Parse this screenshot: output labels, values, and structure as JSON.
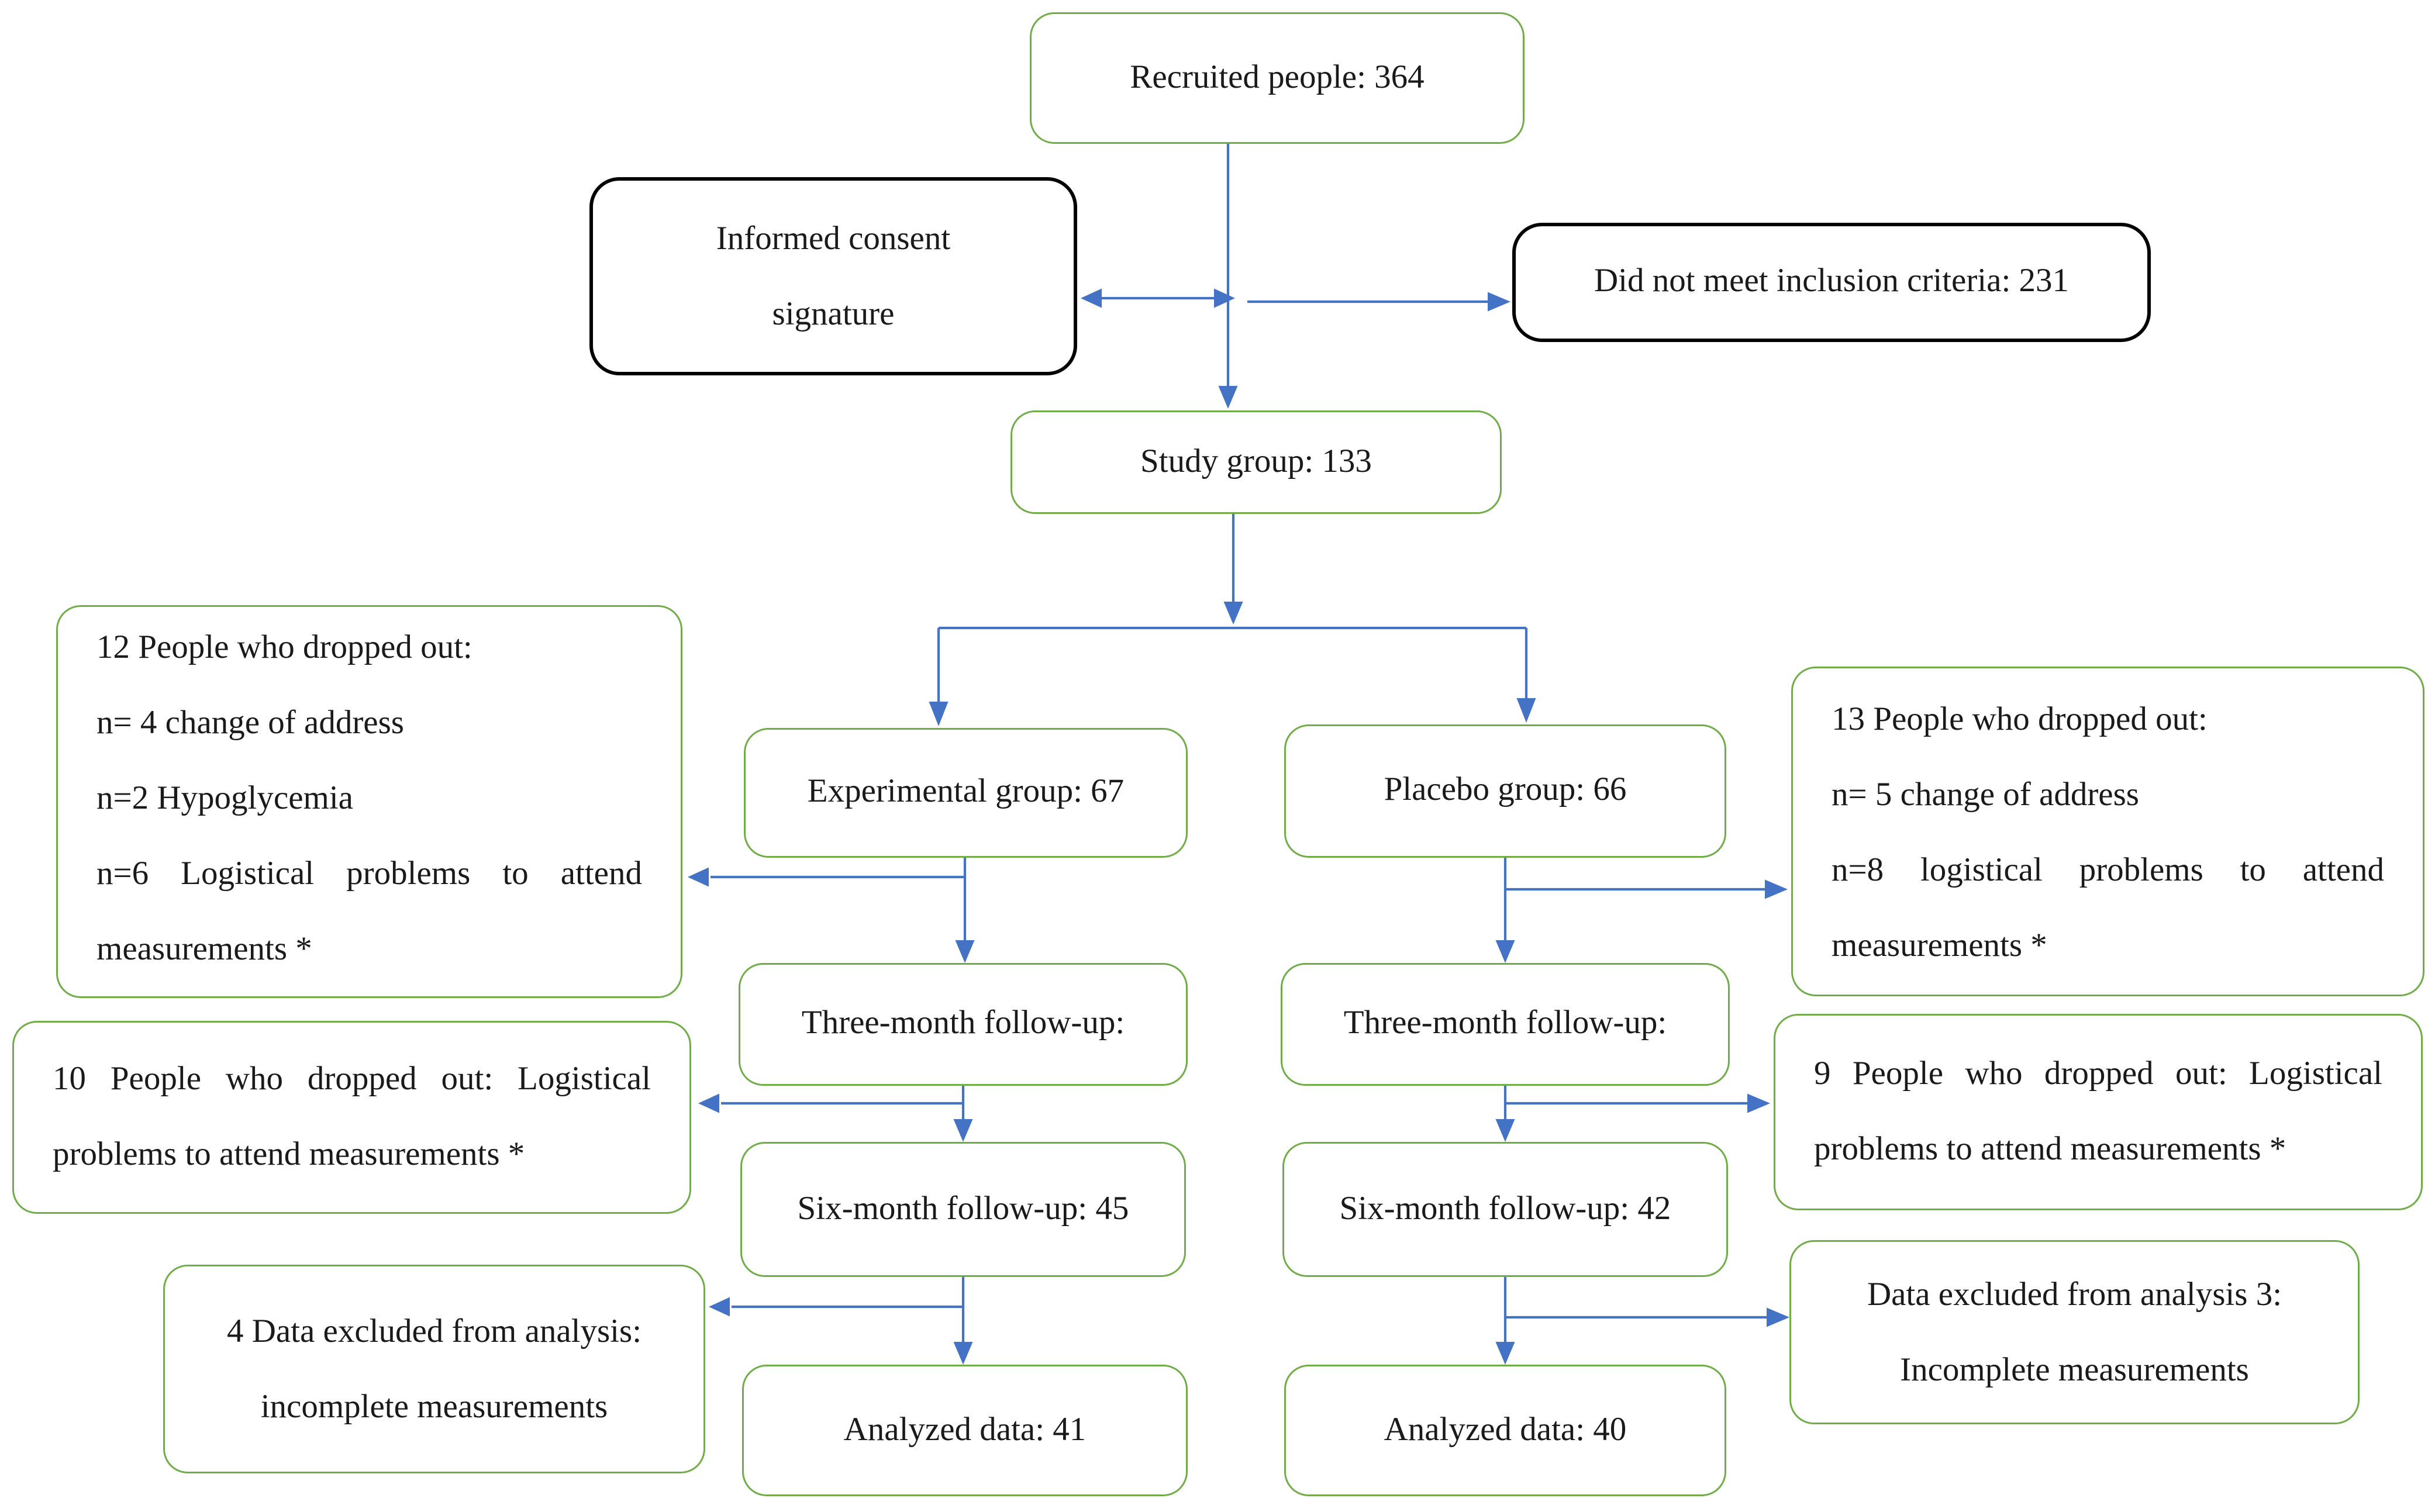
{
  "boxes": {
    "recruited": {
      "label": "Recruited people: 364"
    },
    "informed_consent": {
      "lines": [
        "Informed consent",
        "signature"
      ]
    },
    "not_meet_criteria": {
      "label": "Did not meet inclusion criteria: 231"
    },
    "study_group": {
      "label": "Study group: 133"
    },
    "dropout_experimental": {
      "lines": [
        "12 People who dropped out:",
        "n= 4 change of address",
        "n=2 Hypoglycemia",
        "n=6 Logistical problems to attend measurements *"
      ]
    },
    "experimental_group": {
      "label": "Experimental group: 67"
    },
    "placebo_group": {
      "label": "Placebo group: 66"
    },
    "dropout_placebo": {
      "lines": [
        "13 People who dropped out:",
        "n= 5 change of address",
        "n=8 logistical problems to attend measurements *"
      ]
    },
    "three_month_experimental": {
      "label": "Three-month follow-up:"
    },
    "three_month_placebo": {
      "label": "Three-month follow-up:"
    },
    "dropout_experimental_2": {
      "label": "10 People who dropped out: Logistical problems to attend measurements *"
    },
    "dropout_placebo_2": {
      "label": "9 People who dropped out: Logistical problems to attend measurements *"
    },
    "six_month_experimental": {
      "label": "Six-month follow-up: 45"
    },
    "six_month_placebo": {
      "label": "Six-month follow-up: 42"
    },
    "excluded_experimental": {
      "lines": [
        "4 Data excluded from analysis:",
        "incomplete measurements"
      ]
    },
    "excluded_placebo": {
      "lines": [
        "Data excluded from analysis 3:",
        "Incomplete measurements"
      ]
    },
    "analyzed_experimental": {
      "label": "Analyzed data: 41"
    },
    "analyzed_placebo": {
      "label": "Analyzed data: 40"
    }
  },
  "colors": {
    "green_border": "#70AD47",
    "black_border": "#000000",
    "arrow_blue": "#4472C4",
    "text": "#1A1A1A",
    "background": "#FFFFFF"
  }
}
